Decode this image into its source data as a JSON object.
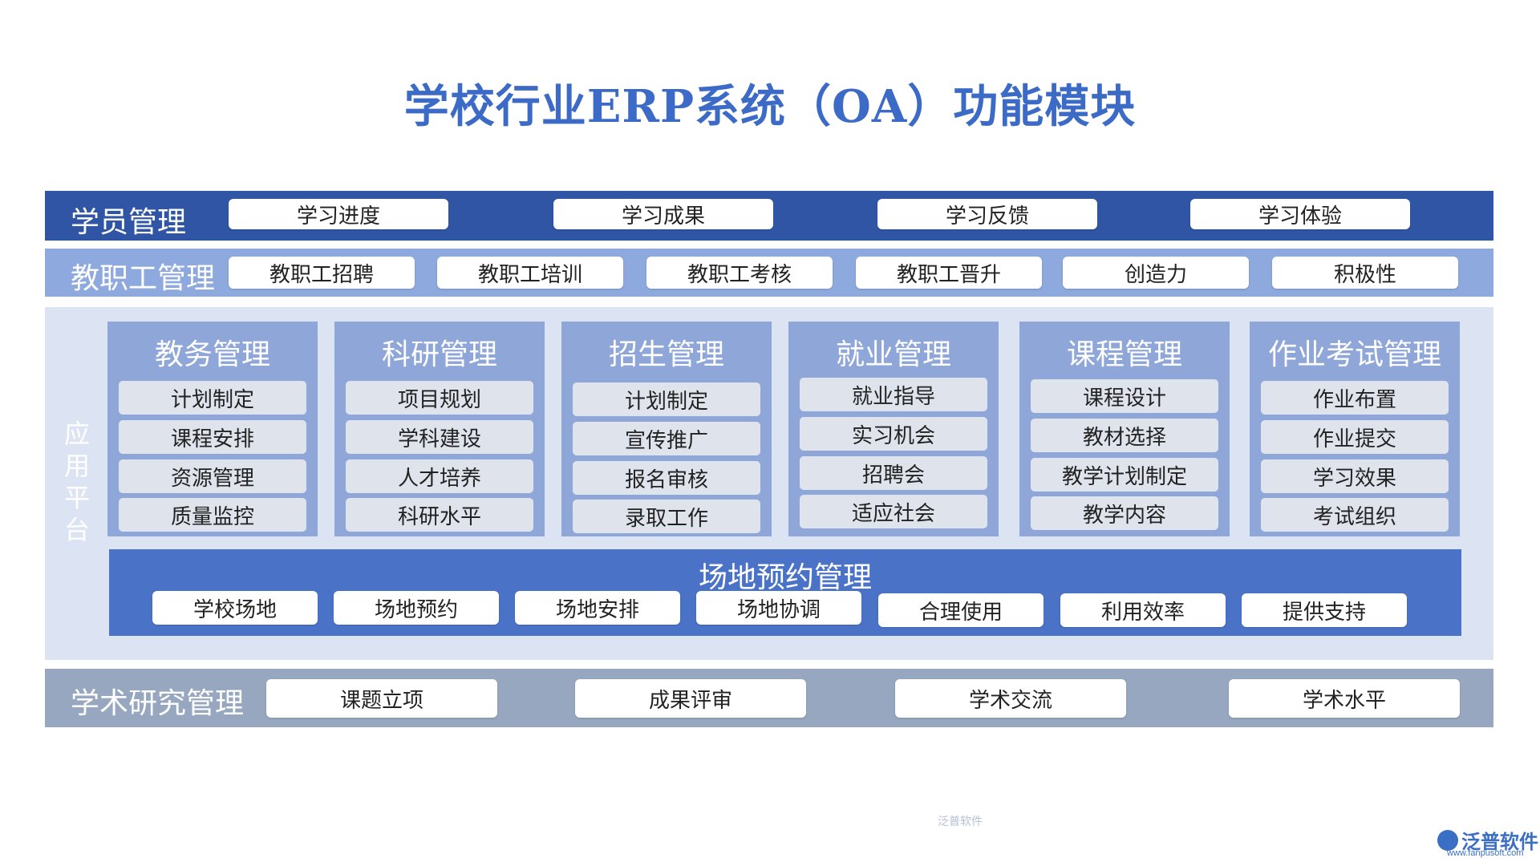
{
  "title": "学校行业ERP系统（OA）功能模块",
  "student": {
    "label": "学员管理",
    "items": [
      "学习进度",
      "学习成果",
      "学习反馈",
      "学习体验"
    ]
  },
  "staff": {
    "label": "教职工管理",
    "items": [
      "教职工招聘",
      "教职工培训",
      "教职工考核",
      "教职工晋升",
      "创造力",
      "积极性"
    ]
  },
  "platform": {
    "label": "应用平台",
    "modules": [
      {
        "title": "教务管理",
        "items": [
          "计划制定",
          "课程安排",
          "资源管理",
          "质量监控"
        ]
      },
      {
        "title": "科研管理",
        "items": [
          "项目规划",
          "学科建设",
          "人才培养",
          "科研水平"
        ]
      },
      {
        "title": "招生管理",
        "items": [
          "计划制定",
          "宣传推广",
          "报名审核",
          "录取工作"
        ]
      },
      {
        "title": "就业管理",
        "items": [
          "就业指导",
          "实习机会",
          "招聘会",
          "适应社会"
        ]
      },
      {
        "title": "课程管理",
        "items": [
          "课程设计",
          "教材选择",
          "教学计划制定",
          "教学内容"
        ]
      },
      {
        "title": "作业考试管理",
        "items": [
          "作业布置",
          "作业提交",
          "学习效果",
          "考试组织"
        ]
      }
    ],
    "venue": {
      "title": "场地预约管理",
      "items": [
        "学校场地",
        "场地预约",
        "场地安排",
        "场地协调",
        "合理使用",
        "利用效率",
        "提供支持"
      ]
    }
  },
  "academic": {
    "label": "学术研究管理",
    "items": [
      "课题立项",
      "成果评审",
      "学术交流",
      "学术水平"
    ]
  },
  "watermark": "泛普软件",
  "logo": {
    "text": "泛普软件",
    "url": "www.fanpusoft.com"
  },
  "colors": {
    "title": "#3c6bc7",
    "student_band": "#2f55a4",
    "staff_band": "#8ea9de",
    "platform_bg": "#dce4f4",
    "module_bg": "#8fa6d8",
    "venue_bg": "#4a73c8",
    "academic_band": "#97a7bf"
  }
}
